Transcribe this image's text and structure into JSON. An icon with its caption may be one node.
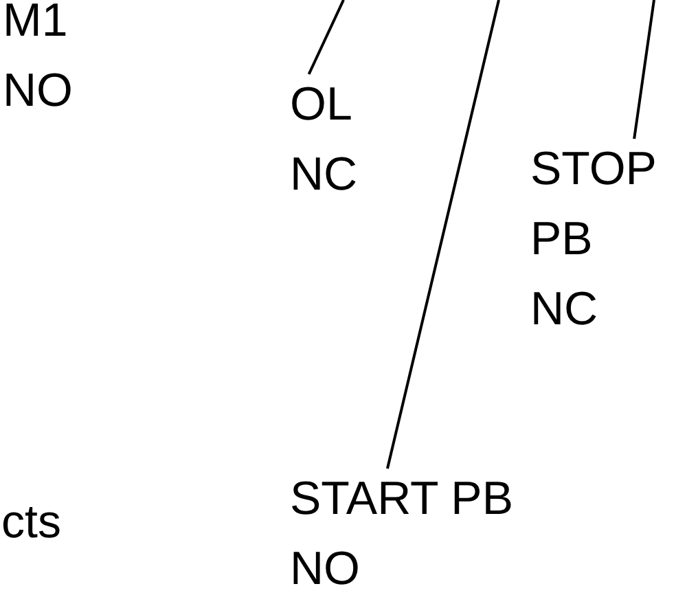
{
  "diagram": {
    "nodes": [
      {
        "text": [
          "OL NC"
        ]
      },
      {
        "text": [
          "STOP PB NC"
        ]
      },
      {
        "text": [
          "START PB NO"
        ]
      }
    ],
    "edges": [
      {
        "from": 0,
        "to": null,
        "arrow": "none"
      },
      {
        "from": 2,
        "to": null,
        "arrow": "none"
      },
      {
        "from": 1,
        "to": null,
        "arrow": "none"
      }
    ],
    "labels": [
      "M1 NO",
      "cts"
    ]
  }
}
